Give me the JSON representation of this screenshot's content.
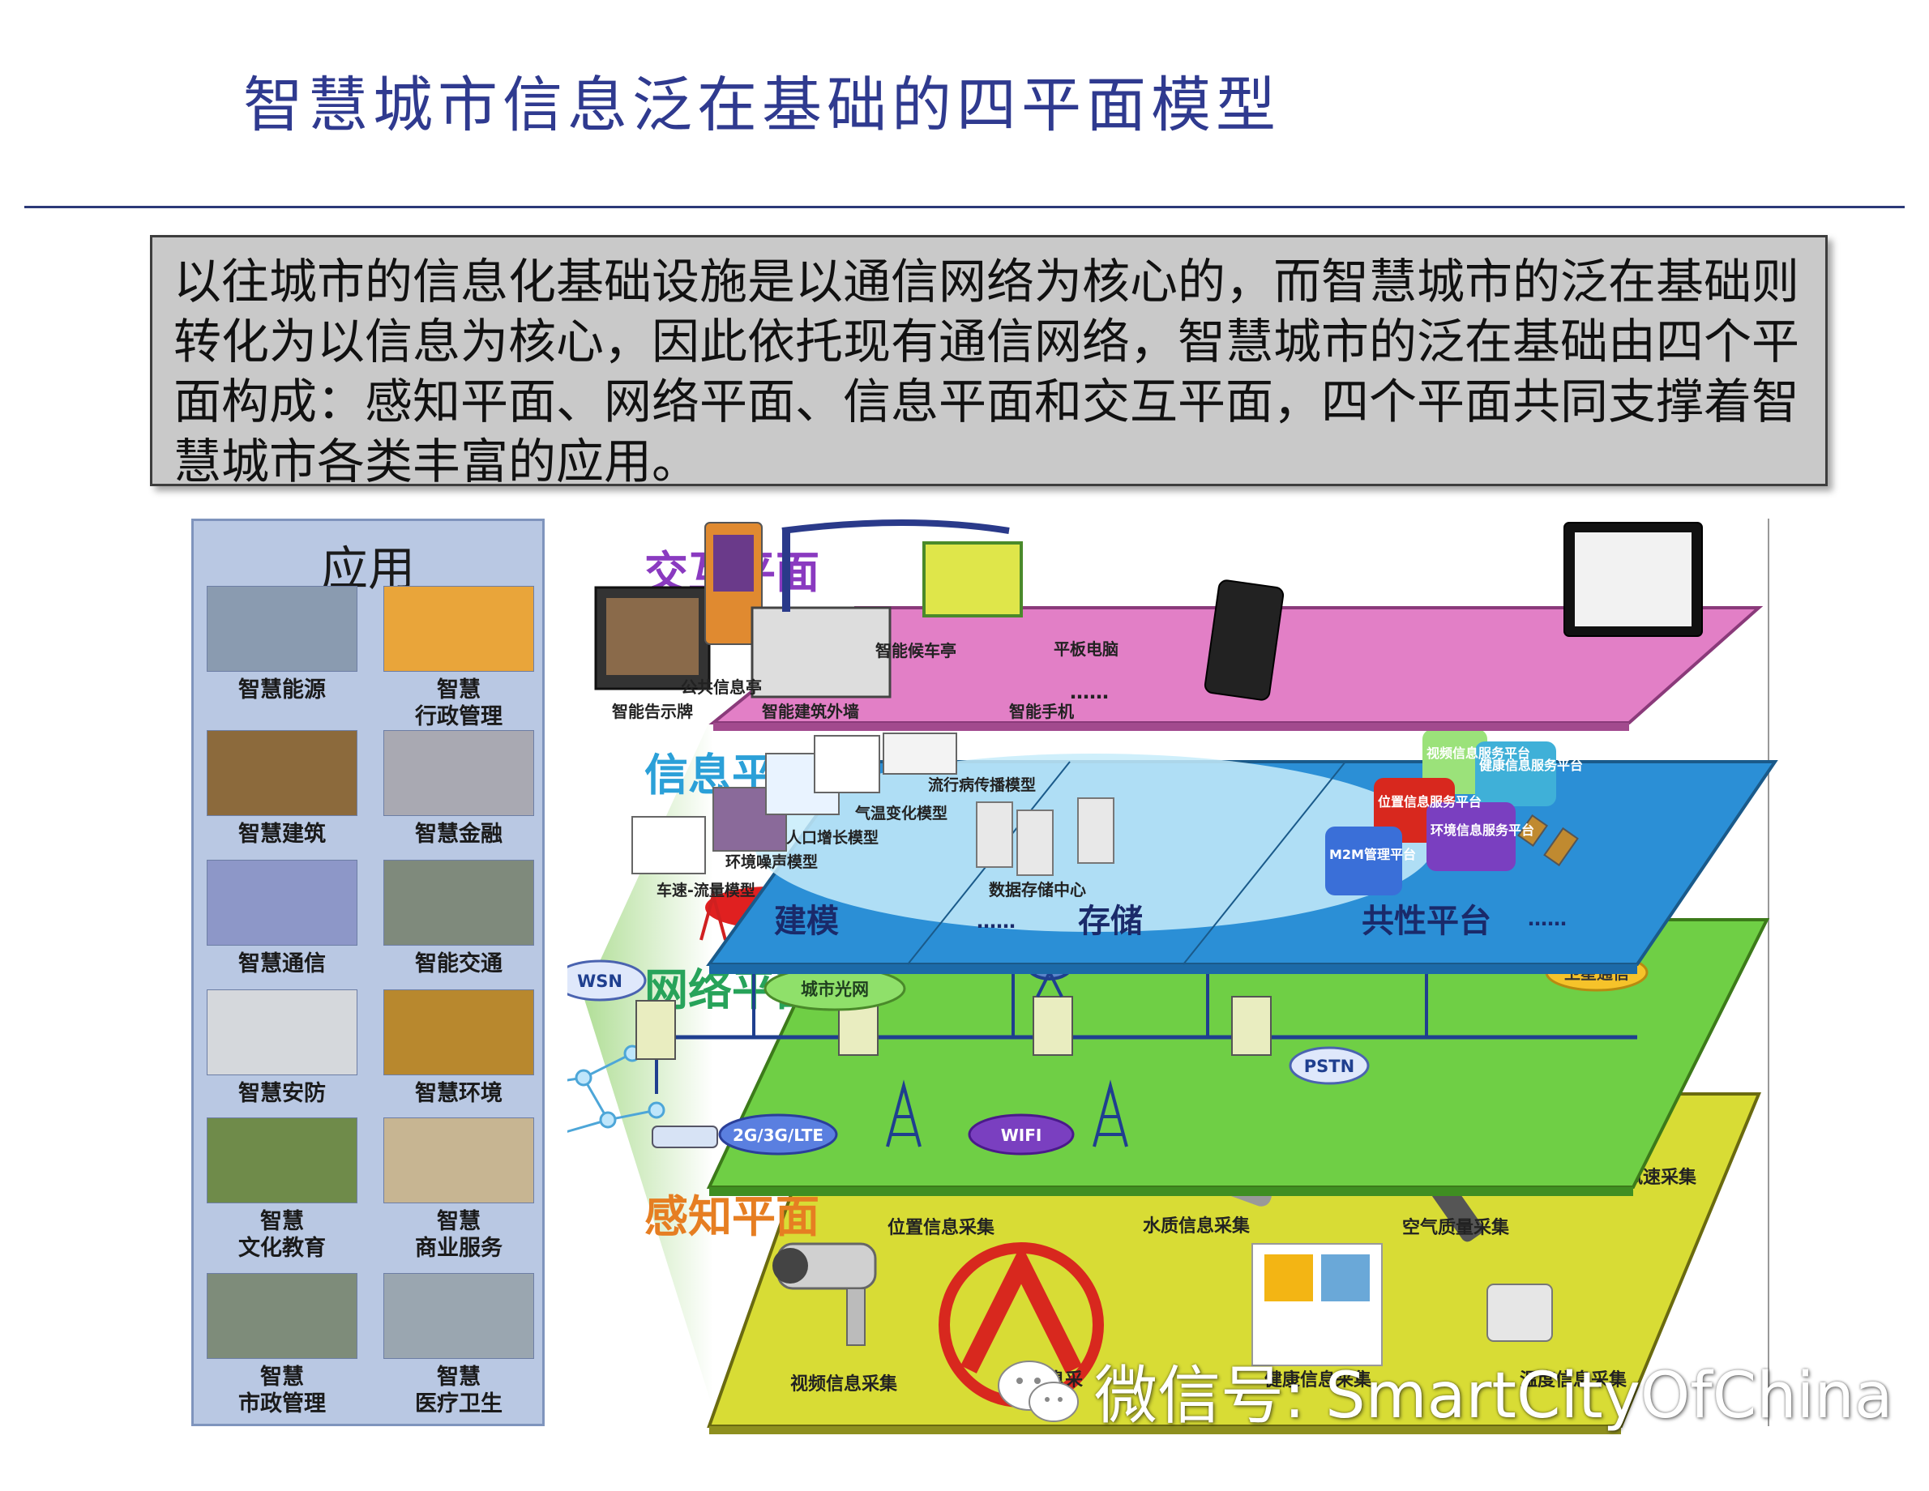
{
  "title": "智慧城市信息泛在基础的四平面模型",
  "intro": "以往城市的信息化基础设施是以通信网络为核心的，而智慧城市的泛在基础则转化为以信息为核心，因此依托现有通信网络，智慧城市的泛在基础由四个平面构成：感知平面、网络平面、信息平面和交互平面，四个平面共同支撑着智慧城市各类丰富的应用。",
  "apps": {
    "title": "应用",
    "items": [
      {
        "l1": "智慧能源",
        "l2": "",
        "color": "#8a9bb0"
      },
      {
        "l1": "智慧",
        "l2": "行政管理",
        "color": "#e9a53a"
      },
      {
        "l1": "智慧建筑",
        "l2": "",
        "color": "#8c6a3c"
      },
      {
        "l1": "智慧金融",
        "l2": "",
        "color": "#a9a9b2"
      },
      {
        "l1": "智慧通信",
        "l2": "",
        "color": "#8d97c8"
      },
      {
        "l1": "智能交通",
        "l2": "",
        "color": "#7f8a7c"
      },
      {
        "l1": "智慧安防",
        "l2": "",
        "color": "#d5d8dc"
      },
      {
        "l1": "智慧环境",
        "l2": "",
        "color": "#b8882e"
      },
      {
        "l1": "智慧",
        "l2": "文化教育",
        "color": "#6f8b4a"
      },
      {
        "l1": "智慧",
        "l2": "商业服务",
        "color": "#c7b592"
      },
      {
        "l1": "智慧",
        "l2": "市政管理",
        "color": "#7e8c7a"
      },
      {
        "l1": "智慧",
        "l2": "医疗卫生",
        "color": "#9aa6b0"
      }
    ]
  },
  "planes": {
    "interaction": {
      "name": "交互平面",
      "color": "#e27fc6",
      "items": [
        "智能告示牌",
        "公共信息亭",
        "智能建筑外墙",
        "智能候车亭",
        "智能手机",
        "平板电脑",
        "……"
      ]
    },
    "information": {
      "name": "信息平面",
      "color": "#2b8fd6",
      "groups": [
        "建模",
        "存储",
        "共性平台"
      ],
      "models": [
        "车速-流量模型",
        "环境噪声模型",
        "人口增长模型",
        "气温变化模型",
        "流行病传播模型"
      ],
      "storage": "数据存储中心",
      "platforms": [
        "视频信息服务平台",
        "健康信息服务平台",
        "位置信息服务平台",
        "环境信息服务平台",
        "M2M管理平台"
      ],
      "ellipsis": "……"
    },
    "network": {
      "name": "网络平面",
      "color": "#6fcf45",
      "items": [
        "WSN",
        "城市光网",
        "PSTN",
        "2G/3G/LTE",
        "WIFI",
        "卫星通信"
      ]
    },
    "sensing": {
      "name": "感知平面",
      "color": "#d8dc35",
      "items": [
        "位置信息采集",
        "水质信息采集",
        "空气质量采集",
        "视频信息采集",
        "信息采",
        "健康信息采集",
        "温度信息采集",
        "风速采集"
      ]
    }
  },
  "watermark": "微信号: SmartCityOfChina"
}
